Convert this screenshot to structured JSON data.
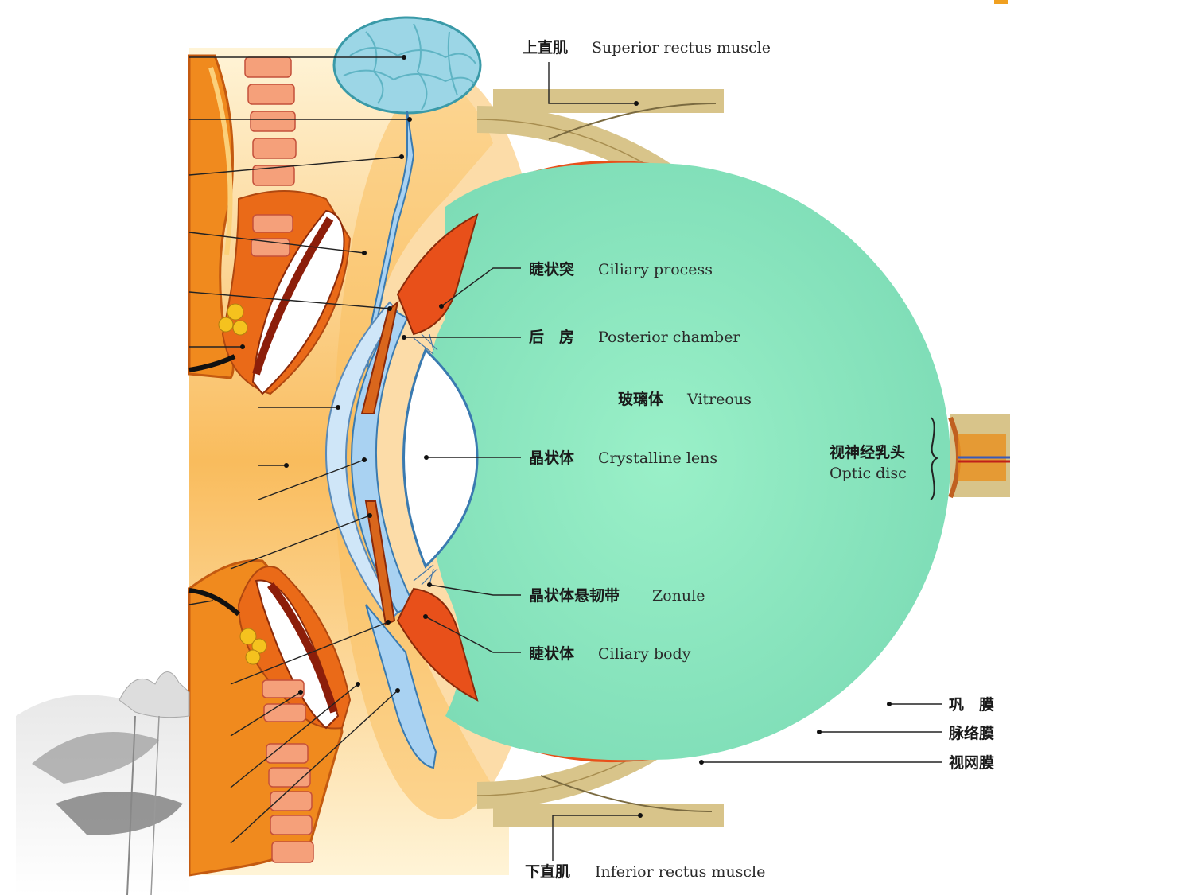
{
  "labels": {
    "superior_rectus": {
      "zh": "上直肌",
      "en": "Superior rectus muscle"
    },
    "ciliary_process": {
      "zh": "睫状突",
      "en": "Ciliary process"
    },
    "posterior_chamber": {
      "zh": "后　房",
      "en": "Posterior chamber"
    },
    "vitreous": {
      "zh": "玻璃体",
      "en": "Vitreous"
    },
    "crystalline_lens": {
      "zh": "晶状体",
      "en": "Crystalline lens"
    },
    "optic_disc": {
      "zh": "视神经乳头",
      "en": "Optic disc"
    },
    "zonule": {
      "zh": "晶状体悬韧带",
      "en": "Zonule"
    },
    "ciliary_body": {
      "zh": "睫状体",
      "en": "Ciliary body"
    },
    "sclera": {
      "zh": "巩　膜"
    },
    "choroid": {
      "zh": "脉络膜"
    },
    "retina": {
      "zh": "视网膜"
    },
    "inferior_rectus": {
      "zh": "下直肌",
      "en": "Inferior rectus muscle"
    }
  },
  "colors": {
    "vitreous": "#8ee8c0",
    "sclera": "#d8c48a",
    "choroid": "#e8501a",
    "orange_tissue": "#f6a623",
    "cornea_blue": "#a9d2f2",
    "lens": "#ffffff"
  }
}
